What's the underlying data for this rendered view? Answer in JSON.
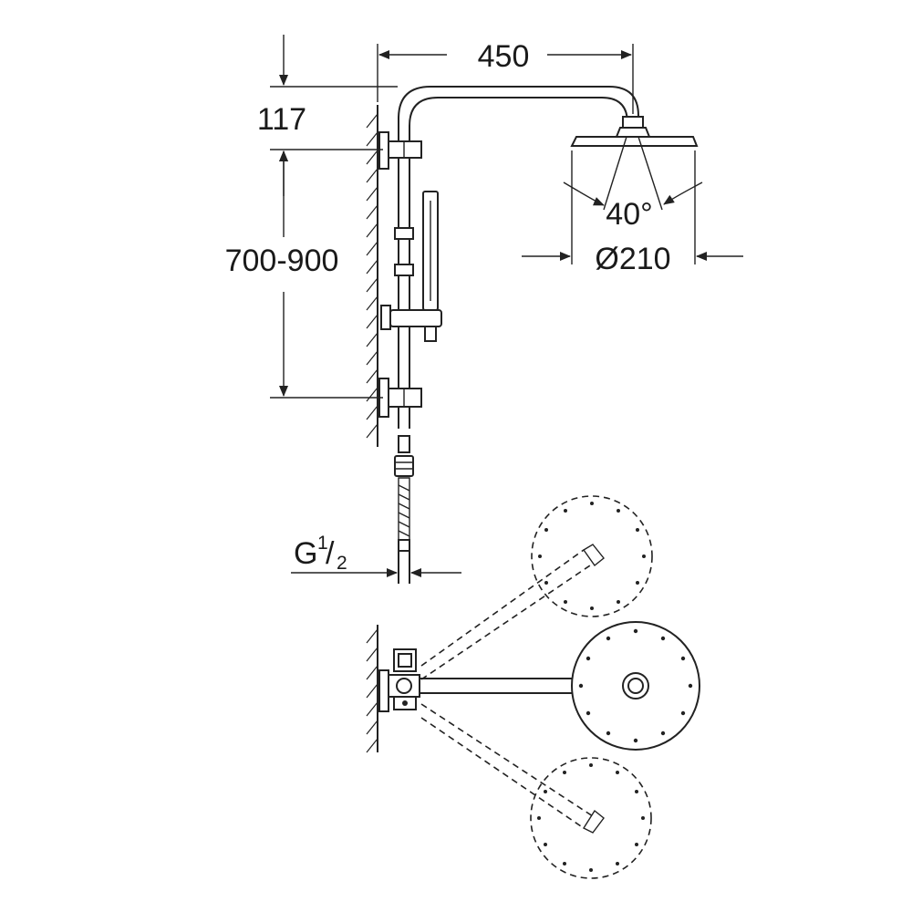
{
  "dimensions": {
    "arm_length": "450",
    "top_height": "117",
    "rail_height": "700-900",
    "spray_angle": "40°",
    "head_diameter": "Ø210",
    "connection_main": "G",
    "connection_num": "1",
    "connection_den": "2"
  }
}
